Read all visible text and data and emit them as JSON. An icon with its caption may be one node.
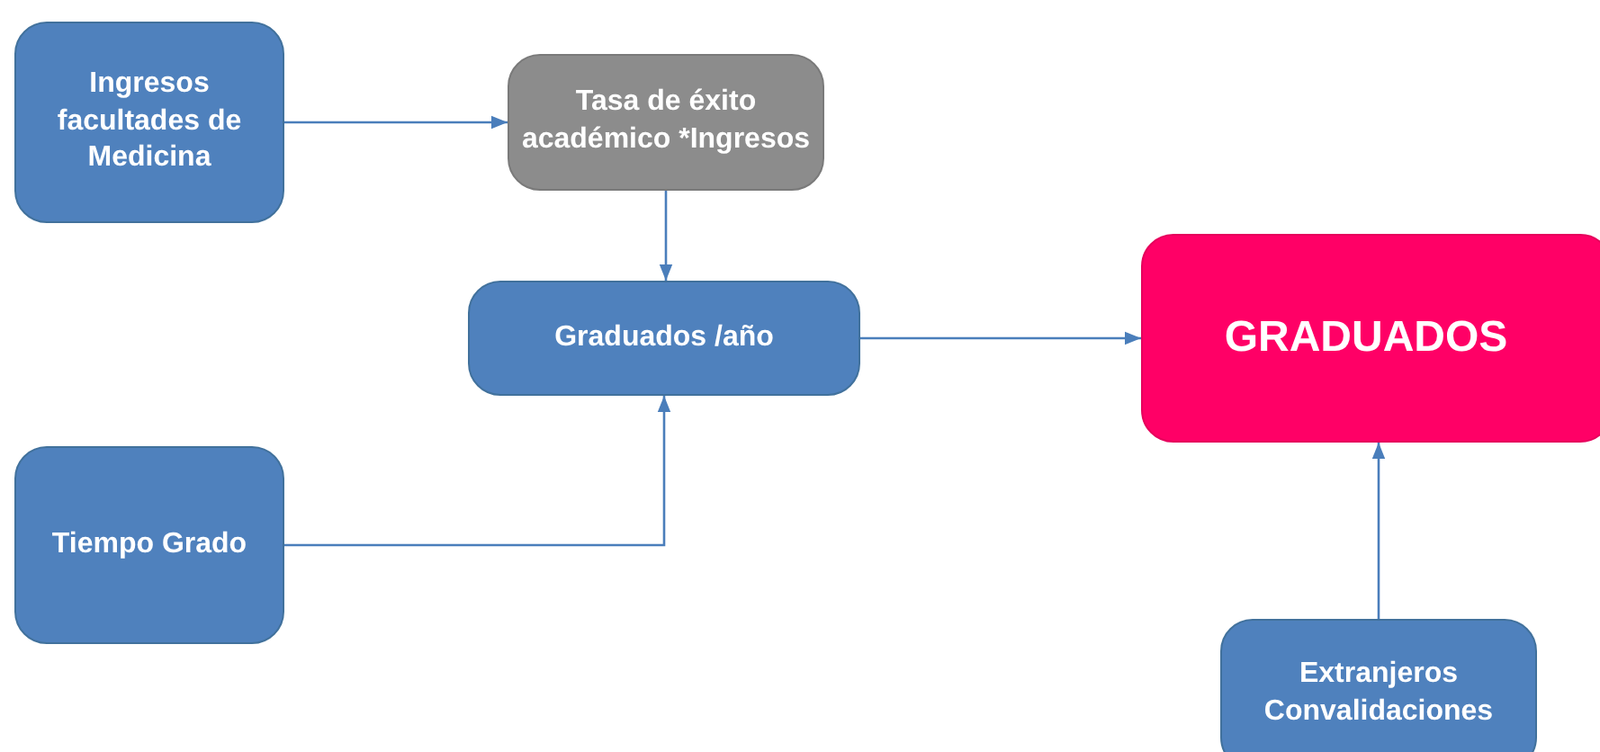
{
  "diagram": {
    "nodes": [
      {
        "text": [
          "Ingresos facultades de Medicina"
        ]
      },
      {
        "text": [
          "Tasa de éxito académico *Ingresos"
        ]
      },
      {
        "text": [
          "Graduados /año"
        ]
      },
      {
        "text": [
          "GRADUADOS"
        ]
      },
      {
        "text": [
          "Tiempo Grado"
        ]
      },
      {
        "text": [
          "Extranjeros Convalidaciones"
        ]
      }
    ],
    "edges": [
      {
        "from": 0,
        "to": 1,
        "arrow": "to"
      },
      {
        "from": 1,
        "to": 2,
        "arrow": "to"
      },
      {
        "from": 2,
        "to": 3,
        "arrow": "to"
      },
      {
        "from": 4,
        "to": 2,
        "arrow": "to"
      },
      {
        "from": 5,
        "to": 3,
        "arrow": "to"
      }
    ]
  }
}
